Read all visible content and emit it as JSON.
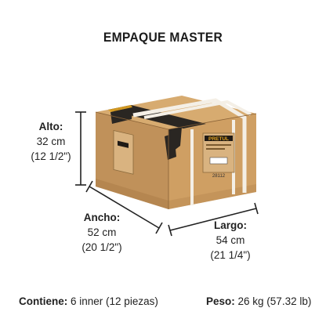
{
  "title": "EMPAQUE MASTER",
  "dimensions": {
    "alto": {
      "label": "Alto:",
      "metric": "32 cm",
      "imperial": "(12 1/2\")"
    },
    "ancho": {
      "label": "Ancho:",
      "metric": "52 cm",
      "imperial": "(20 1/2\")"
    },
    "largo": {
      "label": "Largo:",
      "metric": "54 cm",
      "imperial": "(21 1/4\")"
    }
  },
  "contents": {
    "label": "Contiene:",
    "value": "6 inner (12 piezas)"
  },
  "weight": {
    "label": "Peso:",
    "value": "26 kg (57.32 lb)"
  },
  "box_label": {
    "brand": "PRETUL",
    "code": "28112"
  },
  "colors": {
    "cardboard": "#c89a5e",
    "tape": "#2a2622",
    "strap": "#f4efe6",
    "brand_yellow": "#e2a422",
    "text": "#1a1a1a"
  }
}
